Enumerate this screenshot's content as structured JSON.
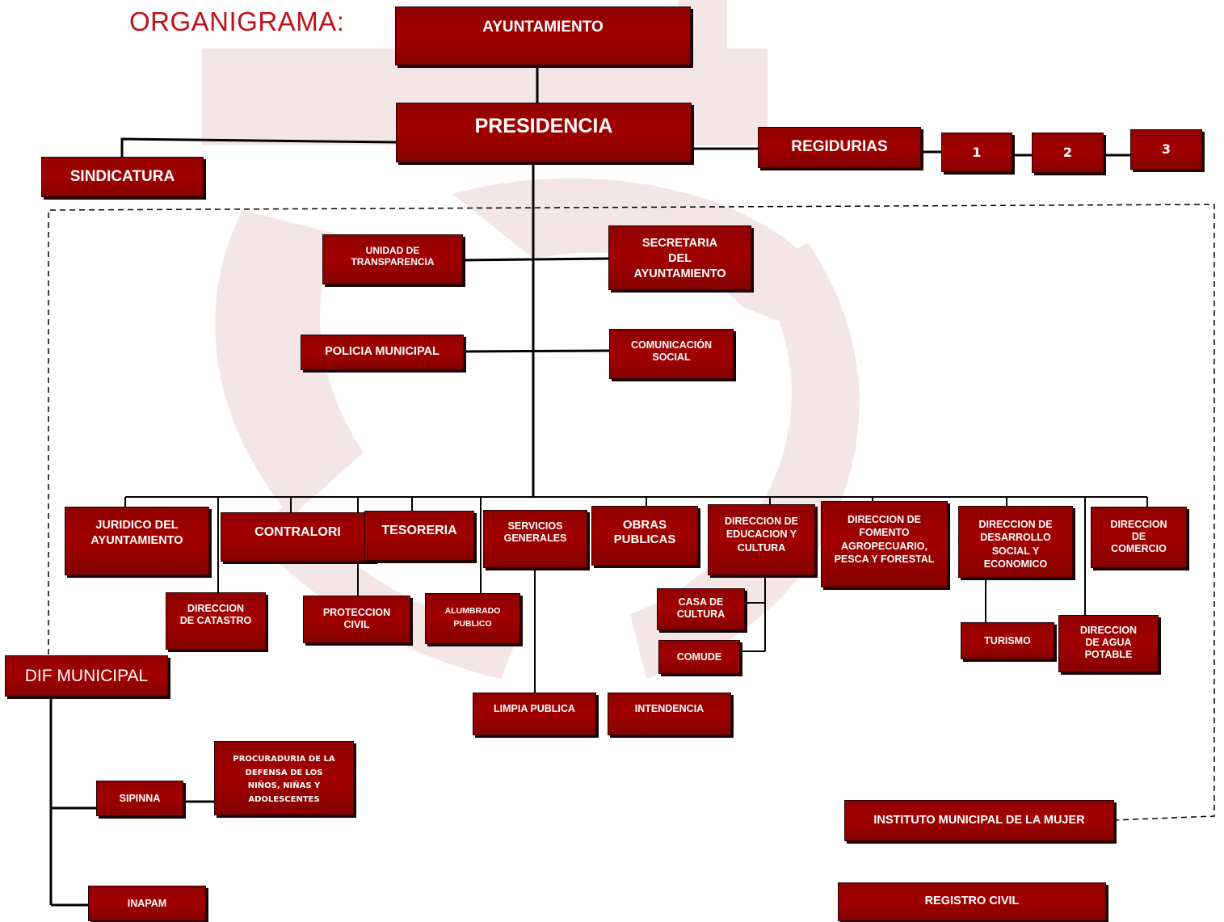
{
  "title": "ORGANIGRAMA:",
  "colors": {
    "box": "#990000",
    "title": "#c0101a",
    "watermark": "#f3e4e4",
    "line": "#000000"
  },
  "nodes": {
    "ayuntamiento": "AYUNTAMIENTO",
    "presidencia": "PRESIDENCIA",
    "sindicatura": "SINDICATURA",
    "regidurias": "REGIDURIAS",
    "reg1": "1",
    "reg2": "2",
    "reg3": "3",
    "unidad_transparencia": "UNIDAD DE TRANSPARENCIA",
    "secretaria": "SECRETARIA DEL AYUNTAMIENTO",
    "policia": "POLICIA MUNICIPAL",
    "comunicacion": "COMUNICACIÓN SOCIAL",
    "juridico": "JURIDICO DEL AYUNTAMIENTO",
    "contralori": "CONTRALORI",
    "tesoreria": "TESORERIA",
    "servicios": "SERVICIOS GENERALES",
    "obras": "OBRAS PUBLICAS",
    "educacion": "DIRECCION DE EDUCACION Y CULTURA",
    "fomento": "DIRECCION DE FOMENTO AGROPECUARIO, PESCA Y FORESTAL",
    "desarrollo": "DIRECCION DE DESARROLLO SOCIAL Y ECONOMICO",
    "comercio": "DIRECCION DE COMERCIO",
    "catastro": "DIRECCION DE CATASTRO",
    "proteccion": "PROTECCION CIVIL",
    "alumbrado": "ALUMBRADO PUBLICO",
    "casa_cultura": "CASA DE CULTURA",
    "comude": "COMUDE",
    "turismo": "TURISMO",
    "agua": "DIRECCION DE AGUA POTABLE",
    "limpia": "LIMPIA PUBLICA",
    "intendencia": "INTENDENCIA",
    "dif": "DIF MUNICIPAL",
    "sipinna": "SIPINNA",
    "procuraduria": "PROCURADURIA DE LA DEFENSA DE LOS NIÑOS, NIÑAS Y ADOLESCENTES",
    "inapam": "INAPAM",
    "mujer": "INSTITUTO MUNICIPAL DE LA MUJER",
    "registro": "REGISTRO CIVIL"
  }
}
